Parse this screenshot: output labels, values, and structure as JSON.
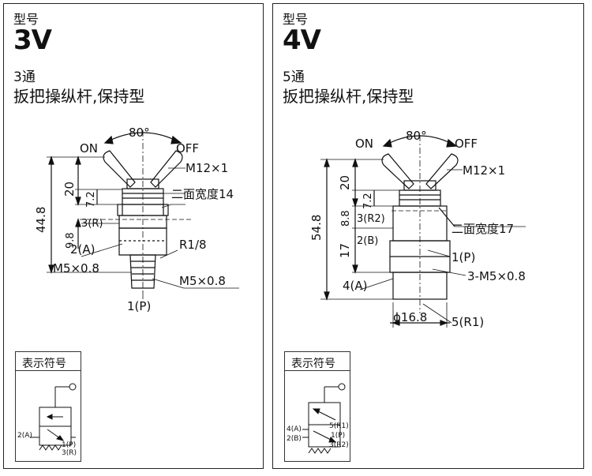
{
  "panels": {
    "p3": {
      "model_label": "型号",
      "model": "3V",
      "ports": "3通",
      "description": "扳把操纵杆,保持型",
      "angle": "80°",
      "on": "ON",
      "off": "OFF",
      "thread_top": "M12×1",
      "flats": "二面宽度14",
      "port_r": "3(R)",
      "port_a": "2(A)",
      "r18": "R1/8",
      "m5_left": "M5×0.8",
      "m5_right": "M5×0.8",
      "port_p": "1(P)",
      "dim_448": "44.8",
      "dim_20": "20",
      "dim_72": "7.2",
      "dim_98": "9.8",
      "symbol_title": "表示符号",
      "sym_a": "2(A)",
      "sym_p": "1(P)",
      "sym_r": "3(R)"
    },
    "p4": {
      "model_label": "型号",
      "model": "4V",
      "ports": "5通",
      "description": "扳把操纵杆,保持型",
      "angle": "80°",
      "on": "ON",
      "off": "OFF",
      "thread_top": "M12×1",
      "flats": "二面宽度17",
      "port_r2": "3(R2)",
      "port_b": "2(B)",
      "port_p": "1(P)",
      "m5": "3-M5×0.8",
      "port_a": "4(A)",
      "dia": "ϕ16.8",
      "port_r1": "5(R1)",
      "dim_548": "54.8",
      "dim_20": "20",
      "dim_72": "7.2",
      "dim_88": "8.8",
      "dim_17": "17",
      "symbol_title": "表示符号",
      "sym_a": "4(A)",
      "sym_b": "2(B)",
      "sym_r1": "5(R1)",
      "sym_p": "1(P)",
      "sym_r2": "3(R2)"
    }
  }
}
